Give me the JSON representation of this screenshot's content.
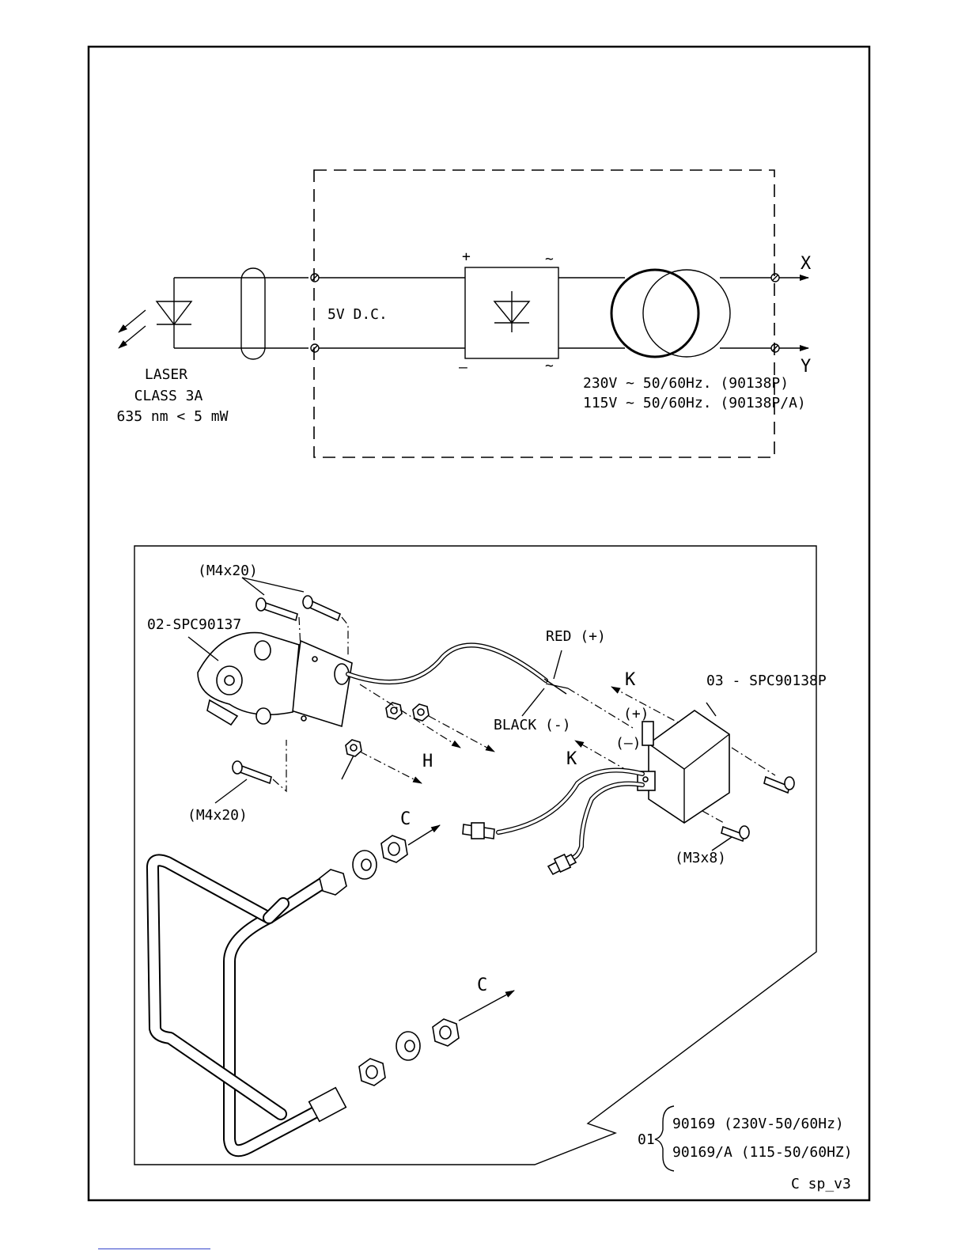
{
  "schematic": {
    "laser_line1": "LASER",
    "laser_line2": "CLASS 3A",
    "laser_line3": "635 nm < 5 mW",
    "dc_label": "5V D.C.",
    "plus": "+",
    "minus": "—",
    "ac_top": "~",
    "ac_bottom": "~",
    "out_x": "X",
    "out_y": "Y",
    "supply_line1": "230V ~  50/60Hz. (90138P)",
    "supply_line2": "115V  ~ 50/60Hz. (90138P/A)"
  },
  "assembly": {
    "screw_top": "(M4x20)",
    "screw_bottom": "(M4x20)",
    "laser_part": "02-SPC90137",
    "red_wire": "RED (+)",
    "black_wire": "BLACK (-)",
    "transformer_part": "03 - SPC90138P",
    "pos_term": "(+)",
    "neg_term": "(–)",
    "screw_m3": "(M3x8)",
    "arrow_h": "H",
    "arrow_k1": "K",
    "arrow_k2": "K",
    "arrow_c1": "C",
    "arrow_c2": "C",
    "item_number": "01",
    "variant1": "90169 (230V-50/60Hz)",
    "variant2": "90169/A (115-50/60HZ)"
  },
  "footer": {
    "code": "C sp_v3"
  }
}
